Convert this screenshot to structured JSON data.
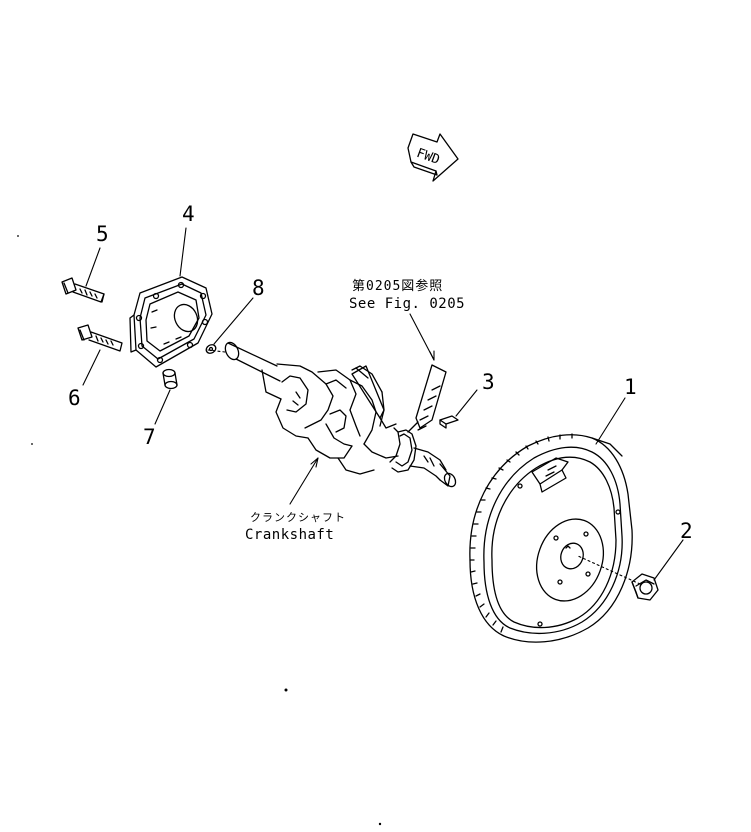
{
  "callouts": {
    "c1": "1",
    "c2": "2",
    "c3": "3",
    "c4": "4",
    "c5": "5",
    "c6": "6",
    "c7": "7",
    "c8": "8"
  },
  "reference": {
    "japanese": "第0205図参照",
    "english": "See Fig. 0205"
  },
  "crankshaft": {
    "japanese": "クランクシャフト",
    "english": "Crankshaft"
  },
  "direction_arrow": {
    "text": "FWD",
    "icon": "fwd-arrow-icon"
  },
  "colors": {
    "line": "#000000",
    "background": "#ffffff"
  }
}
